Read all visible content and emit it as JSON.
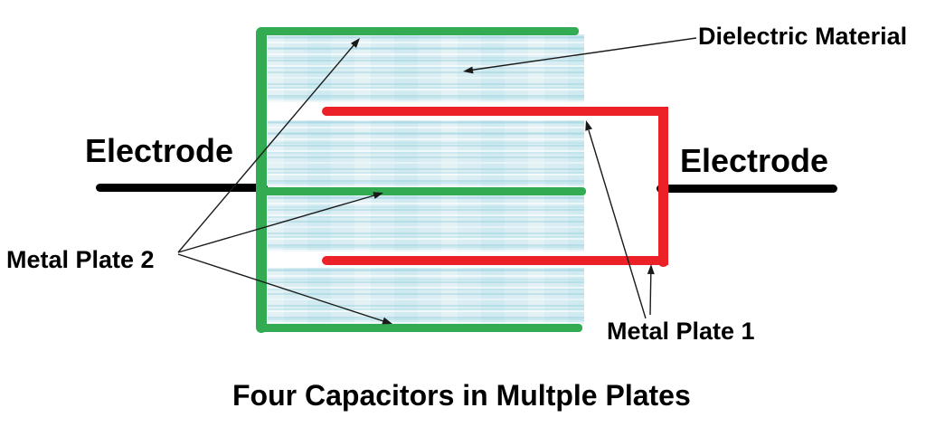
{
  "title": "Four Capacitors in Multple Plates",
  "labels": {
    "electrode_left": "Electrode",
    "electrode_right": "Electrode",
    "dielectric": "Dielectric Material",
    "metal_plate_2": "Metal Plate 2",
    "metal_plate_1": "Metal Plate 1"
  },
  "colors": {
    "plate2_green": "#33AB53",
    "plate1_red": "#EB2127",
    "electrode_black": "#000000",
    "dielectric_fill": "#D9EDF2",
    "annotation_line": "#1a1a1a",
    "background": "#FFFFFF"
  }
}
